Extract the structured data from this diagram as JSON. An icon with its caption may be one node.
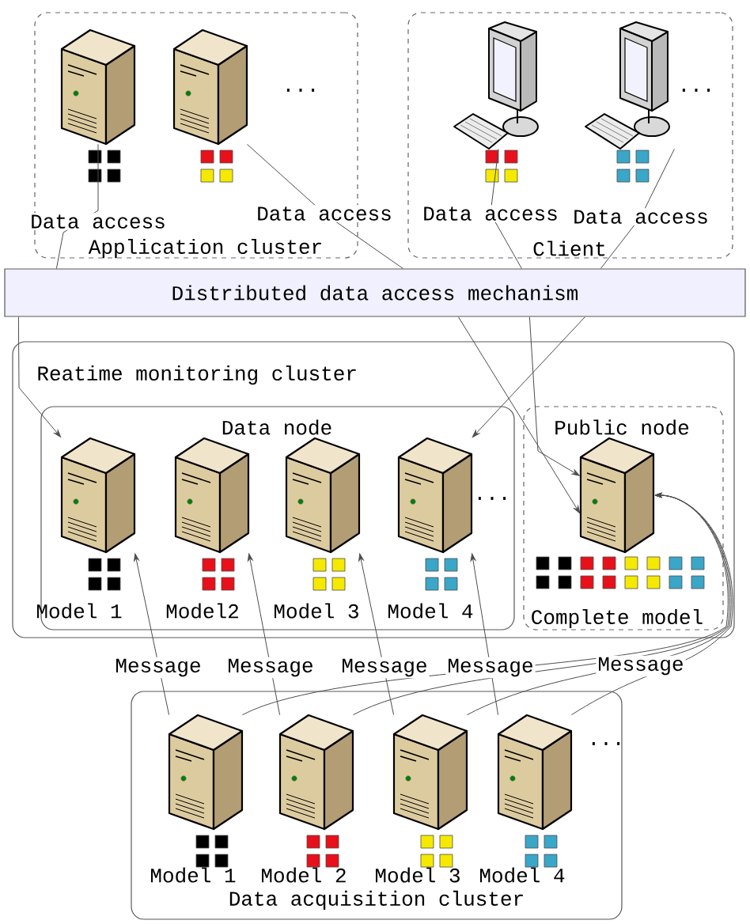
{
  "diagram": {
    "nodes": [
      {
        "text": [
          "Application cluster"
        ]
      },
      {
        "text": [],
        "shape": "server",
        "in": 0
      },
      {
        "text": [],
        "shape": "server",
        "in": 0
      },
      {
        "text": [
          "Client"
        ]
      },
      {
        "text": [],
        "shape": "computer",
        "in": 3
      },
      {
        "text": [],
        "shape": "computer",
        "in": 3
      },
      {
        "text": [
          "Distributed data access mechanism"
        ]
      },
      {
        "text": [
          "Reatime monitoring cluster"
        ]
      },
      {
        "text": [
          "Data node"
        ],
        "in": 7
      },
      {
        "text": [],
        "shape": "server",
        "in": 8,
        "beside": [
          "Model 1"
        ]
      },
      {
        "text": [],
        "shape": "server",
        "in": 8,
        "beside": [
          "Model2"
        ]
      },
      {
        "text": [],
        "shape": "server",
        "in": 8,
        "beside": [
          "Model 3"
        ]
      },
      {
        "text": [],
        "shape": "server",
        "in": 8,
        "beside": [
          "Model 4"
        ]
      },
      {
        "text": [
          "Public node"
        ],
        "in": 7
      },
      {
        "text": [],
        "shape": "server",
        "in": 13,
        "beside": [
          "Complete model"
        ]
      },
      {
        "text": [
          "Data acquisition cluster"
        ]
      },
      {
        "text": [],
        "shape": "server",
        "in": 15,
        "beside": [
          "Model 1"
        ]
      },
      {
        "text": [],
        "shape": "server",
        "in": 15,
        "beside": [
          "Model 2"
        ]
      },
      {
        "text": [],
        "shape": "server",
        "in": 15,
        "beside": [
          "Model 3"
        ]
      },
      {
        "text": [],
        "shape": "server",
        "in": 15,
        "beside": [
          "Model 4"
        ]
      }
    ],
    "edges": [
      {
        "from": 1,
        "to": 6,
        "arrow": "none",
        "label": "Data access"
      },
      {
        "from": 2,
        "to": 6,
        "arrow": "none",
        "label": "Data access"
      },
      {
        "from": 4,
        "to": 6,
        "arrow": "none",
        "label": "Data access"
      },
      {
        "from": 5,
        "to": 6,
        "arrow": "none",
        "label": "Data access"
      },
      {
        "from": 6,
        "to": 9,
        "arrow": "to"
      },
      {
        "from": 6,
        "to": 14,
        "arrow": "to"
      },
      {
        "from": 6,
        "to": 14,
        "arrow": "to"
      },
      {
        "from": 6,
        "to": 12,
        "arrow": "to"
      },
      {
        "from": 16,
        "to": 9,
        "arrow": "to",
        "label": "Message"
      },
      {
        "from": 17,
        "to": 10,
        "arrow": "to",
        "label": "Message"
      },
      {
        "from": 18,
        "to": 11,
        "arrow": "to",
        "label": "Message"
      },
      {
        "from": 19,
        "to": 12,
        "arrow": "to",
        "label": "Message"
      },
      {
        "from": 16,
        "to": 14,
        "arrow": "to"
      },
      {
        "from": 17,
        "to": 14,
        "arrow": "to"
      },
      {
        "from": 18,
        "to": 14,
        "arrow": "to"
      },
      {
        "from": 19,
        "to": 14,
        "arrow": "to",
        "label": "Message"
      }
    ],
    "labels": [
      "...",
      "...",
      "...",
      "..."
    ]
  }
}
